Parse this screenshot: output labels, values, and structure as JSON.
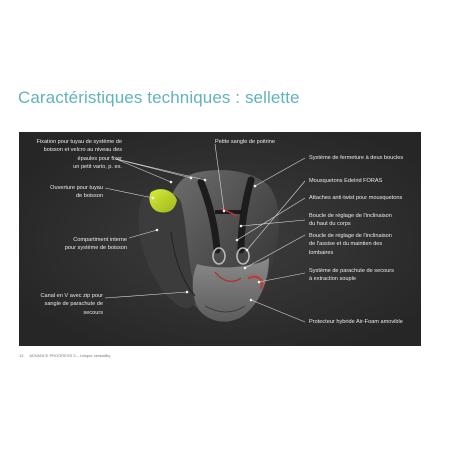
{
  "page": {
    "title": "Caractéristiques techniques : sellette",
    "page_number": "12",
    "footer_text": "ADVANCE PROGRESS 3 – Unique versatility"
  },
  "callouts": {
    "left": [
      {
        "id": "hydration",
        "lines": [
          "Fixation pour tuyau de système de",
          "boisson et velcro au niveau des",
          "épaules pour fixer",
          "un petit vario, p. ex."
        ]
      },
      {
        "id": "tube-opening",
        "lines": [
          "Ouverture pour tuyau",
          "de boisson"
        ]
      },
      {
        "id": "internal-compartment",
        "lines": [
          "Compartiment interne",
          "pour système de boisson"
        ]
      },
      {
        "id": "v-channel",
        "lines": [
          "Canal en V avec zip pour",
          "sangle de parachute de",
          "secours"
        ]
      }
    ],
    "top": [
      {
        "id": "chest-strap",
        "lines": [
          "Petite sangle de poitrine"
        ]
      }
    ],
    "right": [
      {
        "id": "double-buckle",
        "lines": [
          "Système de fermeture à deux boucles"
        ]
      },
      {
        "id": "carabiners",
        "lines": [
          "Mousquetons Edelrid FORAS"
        ]
      },
      {
        "id": "anti-twist",
        "lines": [
          "Attaches anti-twist pour mousquetons"
        ]
      },
      {
        "id": "upper-body",
        "lines": [
          "Boucle de réglage de l'inclinaison",
          "du haut du corps"
        ]
      },
      {
        "id": "seat-lumbar",
        "lines": [
          "Boucle de réglage de l'inclinaison",
          "de l'assise et du maintien des",
          "lombaires"
        ]
      },
      {
        "id": "reserve",
        "lines": [
          "Système de parachute de secours",
          "à extraction souple"
        ]
      },
      {
        "id": "protector",
        "lines": [
          "Protecteur hybride Air-Foam amovible"
        ]
      }
    ]
  },
  "colors": {
    "title": "#62b3bc",
    "panel_bg": "#2e2e2e",
    "harness_accent": "#c5dc24",
    "annotation_text": "#ebebeb"
  }
}
